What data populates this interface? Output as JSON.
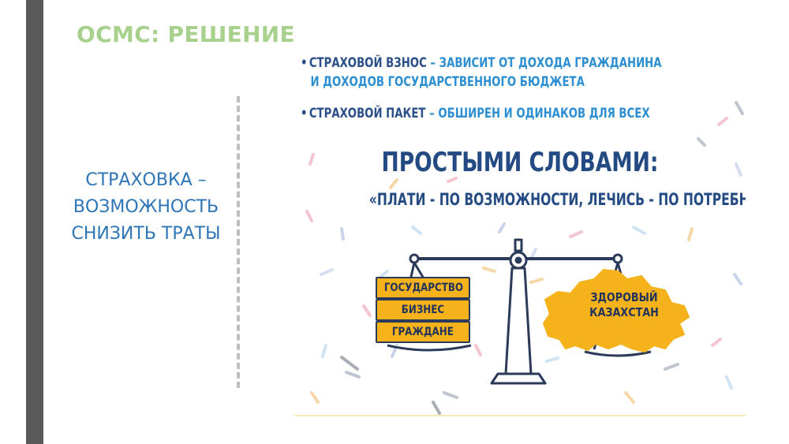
{
  "slide": {
    "title": "ОСМС: РЕШЕНИЕ",
    "caption_lines": [
      "СТРАХОВКА –",
      "ВОЗМОЖНОСТЬ",
      "СНИЗИТЬ ТРАТЫ"
    ]
  },
  "infographic": {
    "bullets": [
      {
        "term": "СТРАХОВОЙ ВЗНОС",
        "text": "– ЗАВИСИТ ОТ ДОХОДА ГРАЖДАНИНА",
        "continuation": "И ДОХОДОВ ГОСУДАРСТВЕННОГО БЮДЖЕТА"
      },
      {
        "term": "СТРАХОВОЙ ПАКЕТ",
        "text": "– ОБШИРЕН И ОДИНАКОВ ДЛЯ ВСЕХ"
      }
    ],
    "heading": "ПРОСТЫМИ СЛОВАМИ:",
    "slogan": "«ПЛАТИ - ПО ВОЗМОЖНОСТИ, ЛЕЧИСЬ - ПО ПОТРЕБНОСТИ»",
    "scale": {
      "left_items": [
        "ГОСУДАРСТВО",
        "БИЗНЕС",
        "ГРАЖДАНЕ"
      ],
      "right_label": [
        "ЗДОРОВЫЙ",
        "КАЗАХСТАН"
      ]
    }
  },
  "colors": {
    "title_green": "#a9d18e",
    "caption_blue": "#2e75b6",
    "navy": "#234a82",
    "accent_blue": "#2d8fd1",
    "yellow": "#f5b21b",
    "sidebar_gray": "#595959"
  },
  "icons": [
    "balance-scale-icon",
    "kazakhstan-map-icon"
  ]
}
